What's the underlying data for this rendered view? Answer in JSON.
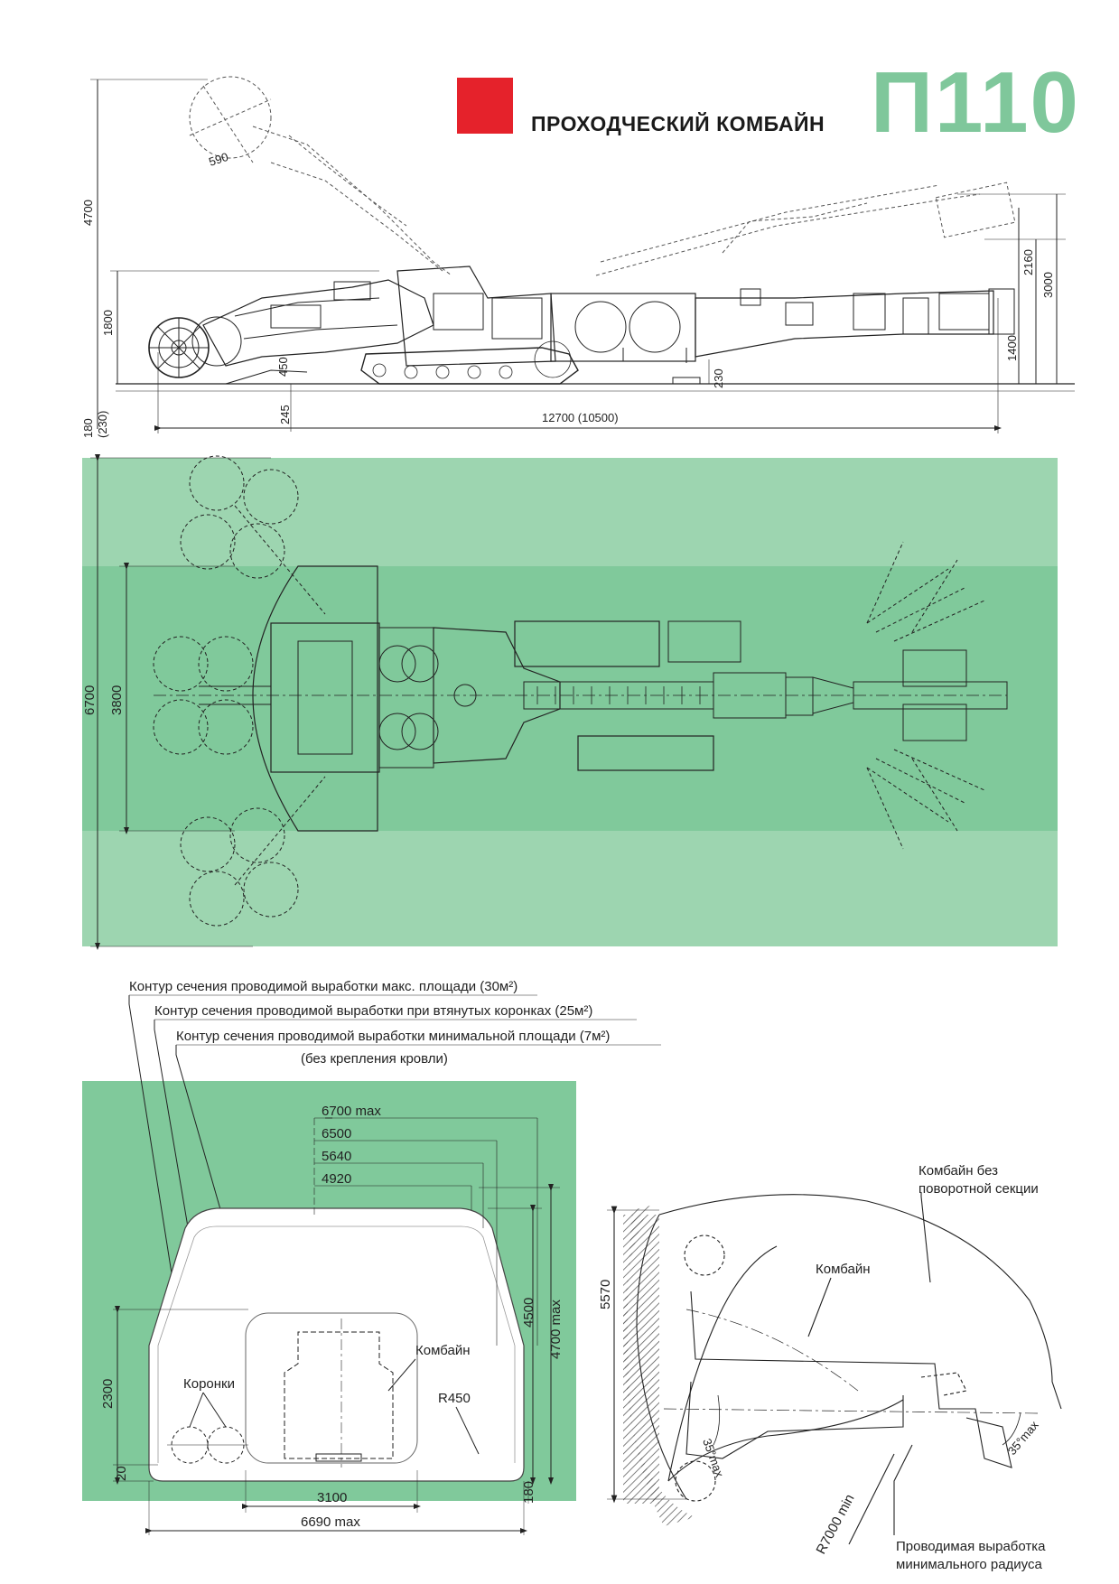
{
  "header": {
    "title": "ПРОХОДЧЕСКИЙ КОМБАЙН",
    "model": "П110",
    "brand_color": "#e5222b",
    "accent_color": "#7fc79b"
  },
  "side_view": {
    "dims": {
      "d590": "590",
      "d4700": "4700",
      "d1800": "1800",
      "d450": "450",
      "d180_230": "180\n(230)",
      "d180": "180",
      "d230b": "(230)",
      "d245": "245",
      "d12700": "12700 (10500)",
      "d230": "230",
      "d2160": "2160",
      "d3000": "3000",
      "d1400": "1400"
    }
  },
  "plan_view": {
    "dims": {
      "d6700": "6700",
      "d3800": "3800"
    },
    "band_light": "#9dd5b0",
    "band_dark": "#80c99b"
  },
  "cross_section": {
    "legend": {
      "line1": "Контур сечения проводимой выработки макс. площади (30м²)",
      "line2": "Контур сечения проводимой выработки при втянутых коронках (25м²)",
      "line3": "Контур сечения проводимой выработки минимальной  площади (7м²)",
      "line4": "(без крепления кровли)"
    },
    "dims": {
      "d6700max": "6700 max",
      "d6500": "6500",
      "d5640": "5640",
      "d4920": "4920",
      "d4500": "4500",
      "d4700max": "4700 max",
      "d2300": "2300",
      "d20": "20",
      "d3100": "3100",
      "d6690max": "6690 max",
      "d180": "180",
      "r450": "R450"
    },
    "labels": {
      "korony": "Коронки",
      "kombain": "Комбайн"
    }
  },
  "turn_diagram": {
    "dims": {
      "d5570": "5570",
      "a35_1": "35°max",
      "a35_2": "35°max",
      "r7000": "R7000 min"
    },
    "labels": {
      "no_rot1": "Комбайн без",
      "no_rot2": "поворотной секции",
      "kombain": "Комбайн",
      "min_rad1": "Проводимая выработка",
      "min_rad2": "минимального радиуса"
    }
  }
}
